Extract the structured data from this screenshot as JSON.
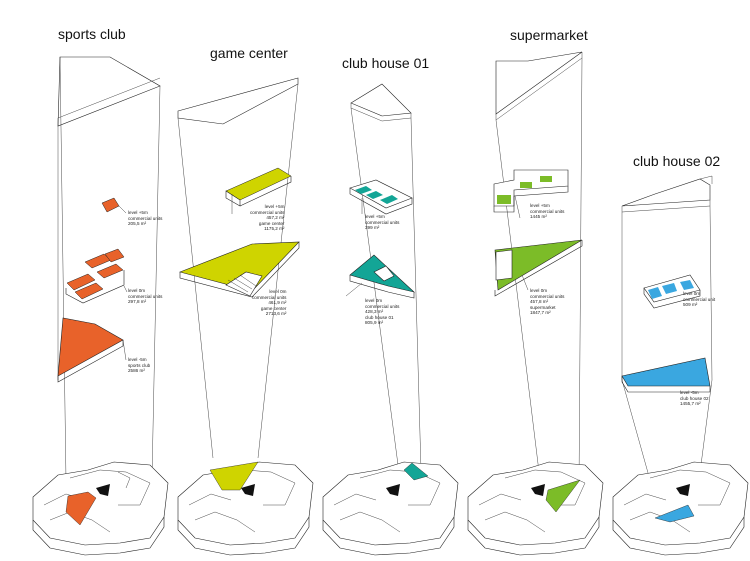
{
  "colors": {
    "sports_club": "#e8622a",
    "game_center": "#cfd400",
    "club_house_01": "#13a596",
    "supermarket": "#7cbc28",
    "club_house_02": "#3aa7e0"
  },
  "columns": [
    {
      "key": "sports_club",
      "title": "sports club",
      "notes": [
        [
          "level +5m",
          "commercial units",
          "205,5 m²"
        ],
        [
          "level 0m",
          "commercial units",
          "297,8 m²"
        ],
        [
          "level -5m",
          "sports club",
          "2586 m²"
        ]
      ]
    },
    {
      "key": "game_center",
      "title": "game center",
      "notes": [
        [
          "level +5m",
          "commercial units",
          "457,2 m²",
          "game center",
          "1175,2 m²"
        ],
        [
          "level 0m",
          "commercial units",
          "461,9 m²",
          "game center",
          "2713,6 m²"
        ]
      ]
    },
    {
      "key": "club_house_01",
      "title": "club house 01",
      "notes": [
        [
          "level +5m",
          "commercial units",
          "399 m²"
        ],
        [
          "level 0m",
          "commercial units",
          "428,3 m²",
          "club house 01",
          "805,9 m²"
        ]
      ]
    },
    {
      "key": "supermarket",
      "title": "supermarket",
      "notes": [
        [
          "level +5m",
          "commercial units",
          "1445 m²"
        ],
        [
          "level 0m",
          "commercial units",
          "457,8 m²",
          "supermarket",
          "1847,7 m²"
        ]
      ]
    },
    {
      "key": "club_house_02",
      "title": "club house 02",
      "notes": [
        [
          "level 0m",
          "commercial unit",
          "509 m²"
        ],
        [
          "level -5m",
          "club house 02",
          "1455,7 m²"
        ]
      ]
    }
  ]
}
